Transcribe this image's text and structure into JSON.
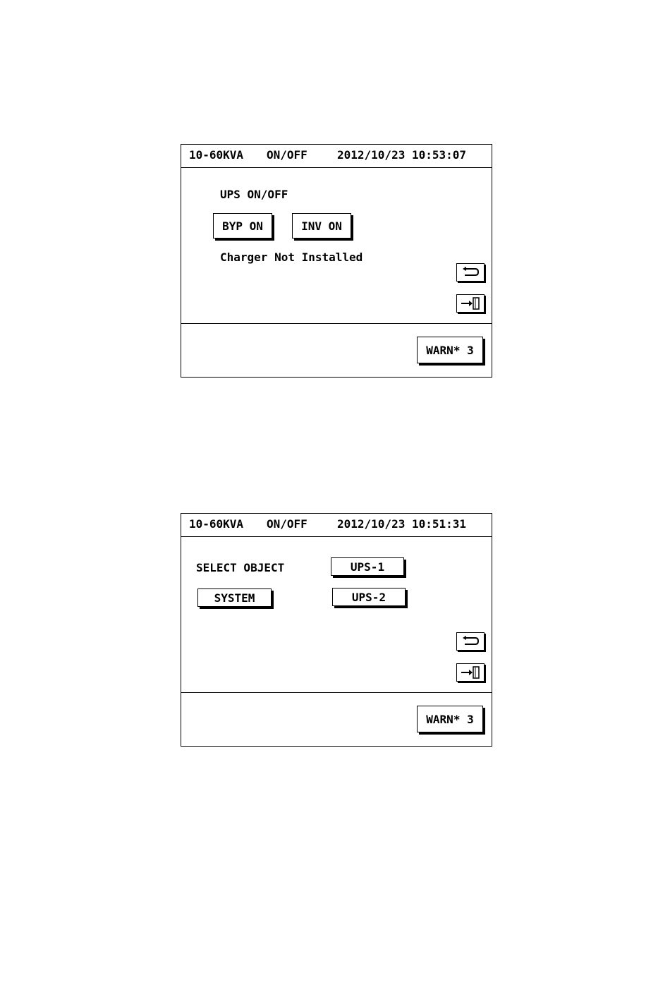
{
  "screen_onoff": {
    "title": {
      "model": "10-60KVA",
      "mode": "ON/OFF",
      "datetime": "2012/10/23 10:53:07"
    },
    "heading": "UPS ON/OFF",
    "buttons": {
      "bypass_on": "BYP ON",
      "inverter_on": "INV ON"
    },
    "charger_status": "Charger Not Installed",
    "icons": [
      "back-icon",
      "exit-icon"
    ],
    "warning_button": "WARN* 3"
  },
  "screen_select": {
    "title": {
      "model": "10-60KVA",
      "mode": "ON/OFF",
      "datetime": "2012/10/23 10:51:31"
    },
    "heading": "SELECT OBJECT",
    "buttons": {
      "system": "SYSTEM",
      "ups1": "UPS-1",
      "ups2": "UPS-2"
    },
    "icons": [
      "back-icon",
      "exit-icon"
    ],
    "warning_button": "WARN* 3"
  }
}
